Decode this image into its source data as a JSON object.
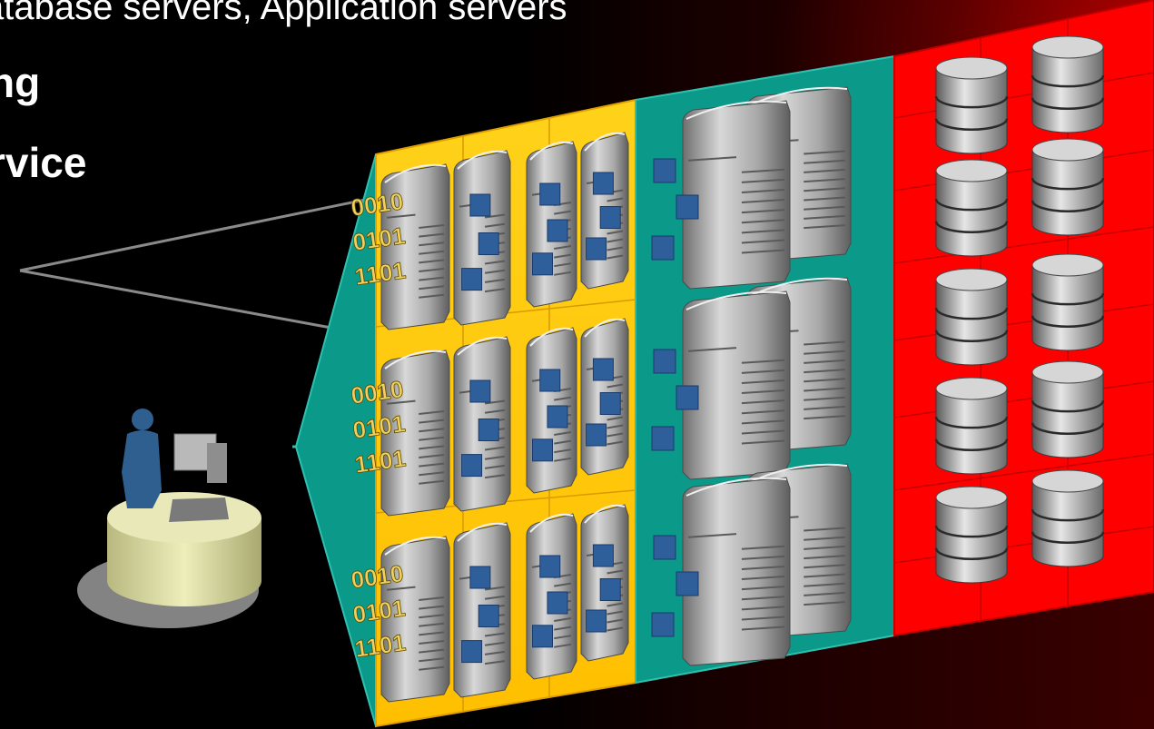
{
  "slide": {
    "sub_bullet": "atabase servers, Application servers",
    "bullet_1": "ng",
    "bullet_2": "rvice"
  },
  "binary_labels": {
    "line_1": "0010",
    "line_2": "0101",
    "line_3": "1101"
  },
  "colors": {
    "background": "#000000",
    "glow": "#c00000",
    "app_tier_panel": "#0b9a8a",
    "web_tier_panel": "#ffcc00",
    "db_tier_panel": "#ff0000",
    "server_body": "#9a9a9a",
    "server_chip": "#2f5f9a",
    "user_figure": "#2f5f8f",
    "desk": "#d9d9a0"
  },
  "icons": [
    "user-at-desk-icon",
    "server-icon",
    "database-icon"
  ]
}
